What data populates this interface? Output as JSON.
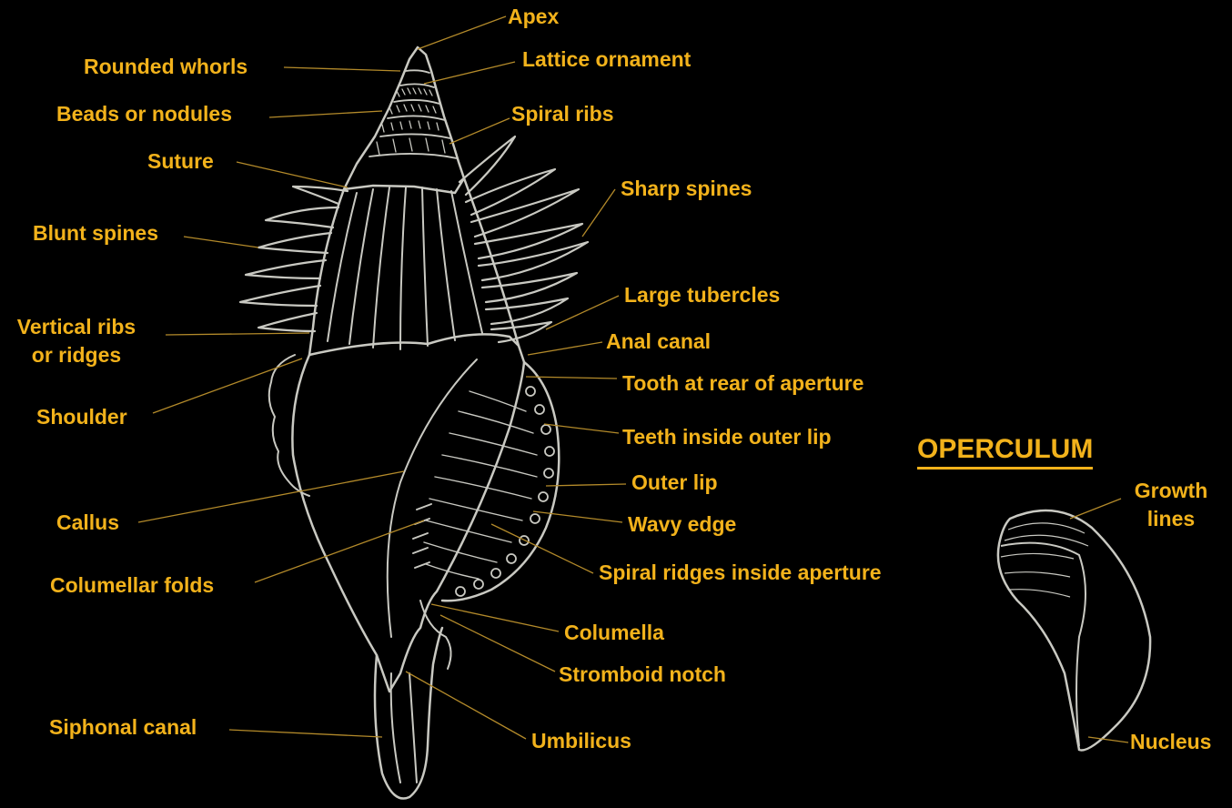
{
  "colors": {
    "background": "#000000",
    "label": "#f2b21b",
    "leader": "#b38a2a",
    "drawing": "#c9c9c2"
  },
  "labels": {
    "apex": "Apex",
    "rounded_whorls": "Rounded whorls",
    "lattice_ornament": "Lattice ornament",
    "beads_or_nodules": "Beads or nodules",
    "spiral_ribs": "Spiral ribs",
    "suture": "Suture",
    "sharp_spines": "Sharp spines",
    "blunt_spines": "Blunt spines",
    "large_tubercles": "Large tubercles",
    "vertical_ribs_line1": "Vertical ribs",
    "vertical_ribs_line2": "or ridges",
    "anal_canal": "Anal canal",
    "tooth_rear_aperture": "Tooth at rear of aperture",
    "shoulder": "Shoulder",
    "teeth_outer_lip": "Teeth inside outer lip",
    "outer_lip": "Outer lip",
    "callus": "Callus",
    "wavy_edge": "Wavy edge",
    "spiral_ridges_aperture": "Spiral ridges inside aperture",
    "columellar_folds": "Columellar folds",
    "columella": "Columella",
    "stromboid_notch": "Stromboid notch",
    "siphonal_canal": "Siphonal canal",
    "umbilicus": "Umbilicus",
    "operculum_title": "OPERCULUM",
    "growth_lines_line1": "Growth",
    "growth_lines_line2": "lines",
    "nucleus": "Nucleus"
  }
}
